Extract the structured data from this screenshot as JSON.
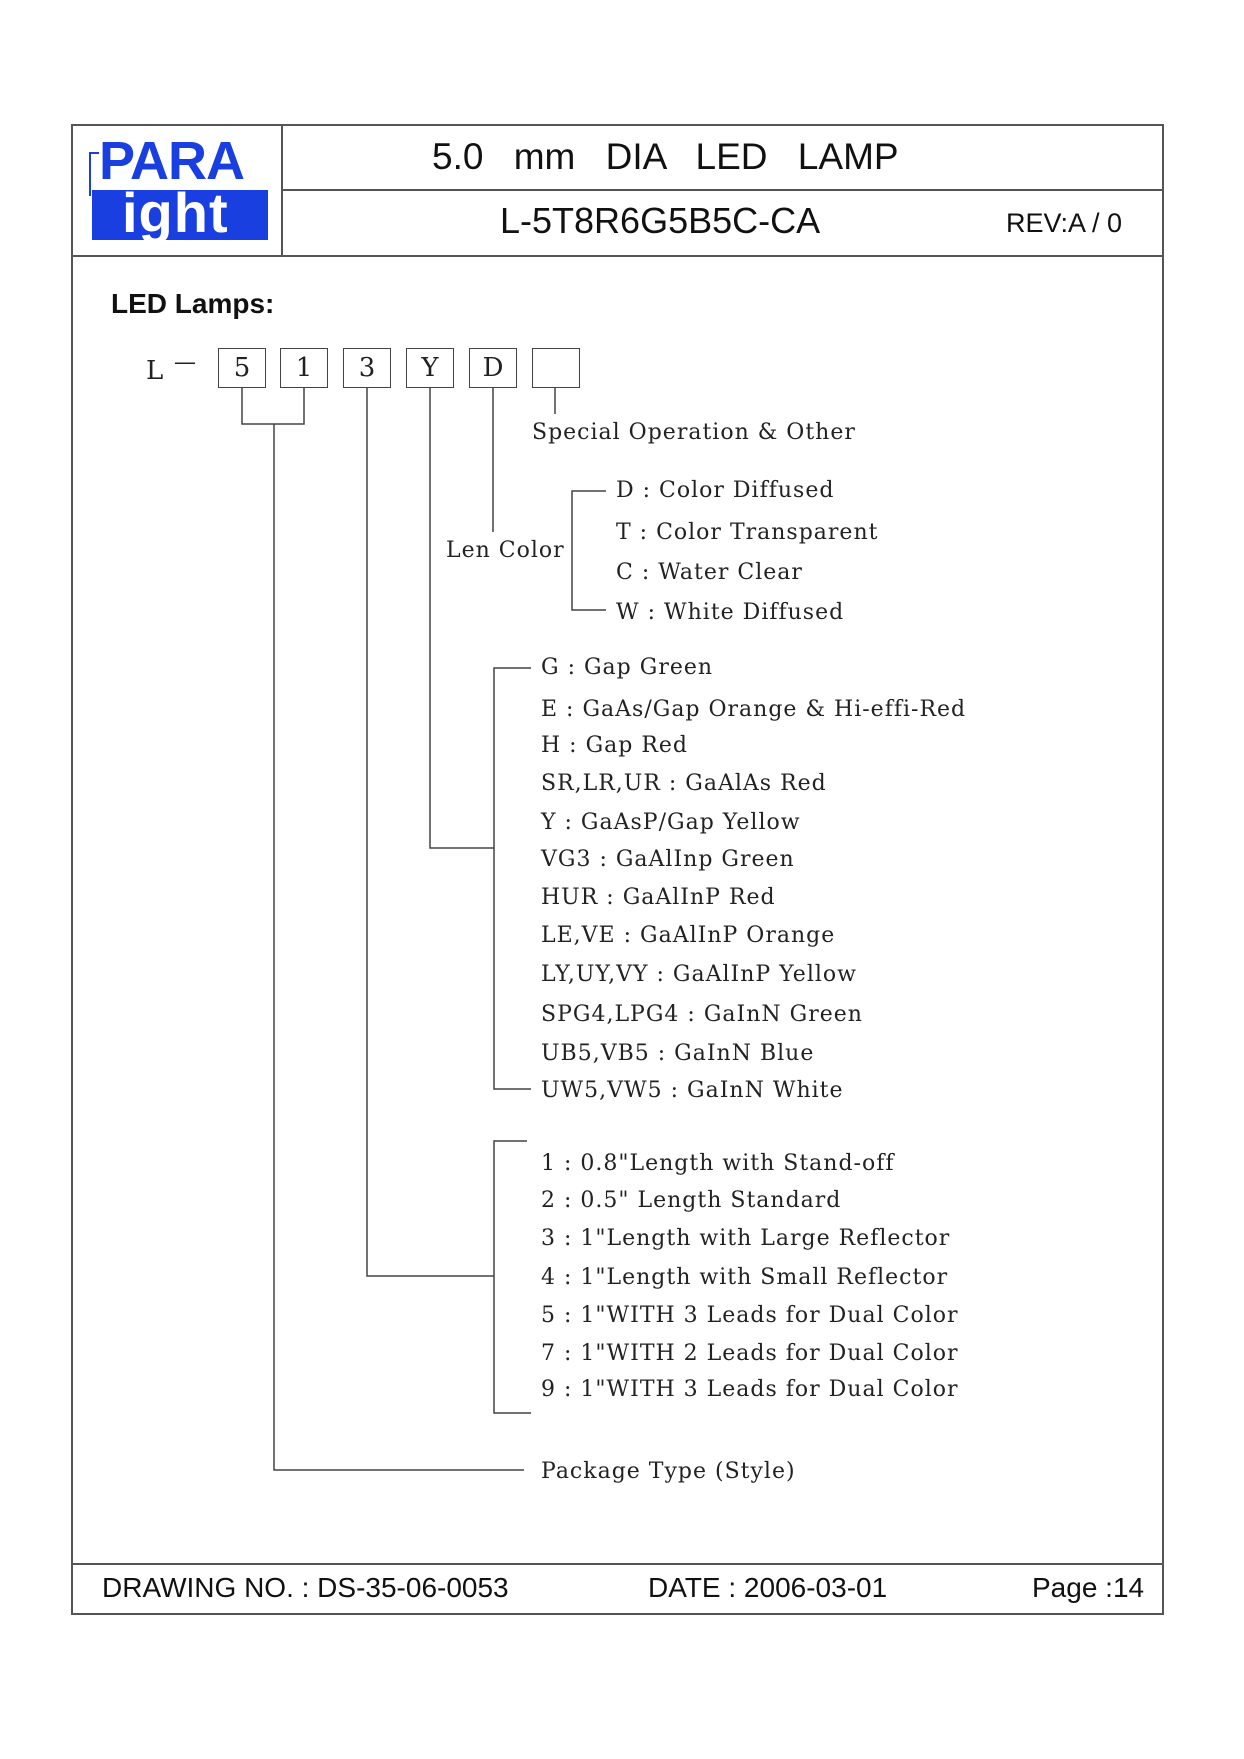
{
  "header": {
    "logo_top": "PARA",
    "logo_bottom": "ight",
    "title": "5.0 mm DIA LED LAMP",
    "part_number": "L-5T8R6G5B5C-CA",
    "revision": "REV:A / 0"
  },
  "section_title": "LED Lamps:",
  "code": {
    "prefix": "L",
    "dash": "—",
    "boxes": [
      "5",
      "1",
      "3",
      "Y",
      "D",
      ""
    ]
  },
  "special_label": "Special Operation & Other",
  "lens_color": {
    "label": "Len Color",
    "items": [
      "D : Color Diffused",
      "T : Color Transparent",
      "C : Water Clear",
      "W : White Diffused"
    ]
  },
  "chip_material": {
    "items": [
      "G : Gap Green",
      "E : GaAs/Gap Orange & Hi-effi-Red",
      "H : Gap Red",
      "SR,LR,UR : GaAlAs Red",
      "Y : GaAsP/Gap Yellow",
      "VG3 : GaAlInp Green",
      "HUR : GaAlInP Red",
      "LE,VE : GaAlInP Orange",
      "LY,UY,VY : GaAlInP Yellow",
      "SPG4,LPG4 : GaInN Green",
      "UB5,VB5 : GaInN Blue",
      "UW5,VW5 : GaInN White"
    ]
  },
  "lead_length": {
    "items": [
      "1 : 0.8\"Length with Stand-off",
      "2 : 0.5\" Length Standard",
      "3 : 1\"Length with Large Reflector",
      "4 : 1\"Length with Small Reflector",
      "5 : 1\"WITH 3 Leads for Dual Color",
      "7 : 1\"WITH 2 Leads for Dual Color",
      "9 : 1\"WITH 3 Leads for Dual Color"
    ]
  },
  "package_label": "Package Type (Style)",
  "footer": {
    "drawing_no": "DRAWING NO. : DS-35-06-0053",
    "date": "DATE : 2006-03-01",
    "page": "Page :14"
  }
}
